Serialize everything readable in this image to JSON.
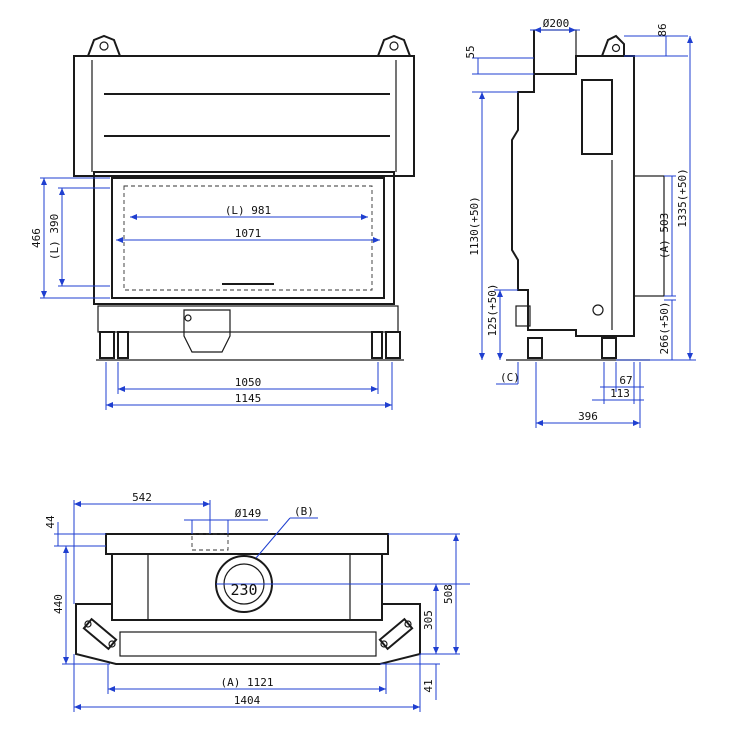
{
  "colors": {
    "line": "#1a1a1a",
    "dimension": "#1f3fd0",
    "background": "#ffffff"
  },
  "front_view": {
    "dim_width_1050": "1050",
    "dim_width_1145": "1145",
    "dim_glass_981": "(L) 981",
    "dim_glass_1071": "1071",
    "dim_height_466": "466",
    "dim_height_390": "(L) 390"
  },
  "side_view": {
    "dim_flue_200": "Ø200",
    "dim_55": "55",
    "dim_86": "86",
    "dim_1130": "1130(+50)",
    "dim_1335": "1335(+50)",
    "dim_503": "(A) 503",
    "dim_125": "125(+50)",
    "dim_266": "266(+50)",
    "dim_67": "67",
    "dim_113": "113",
    "dim_396": "396",
    "callout_c": "(C)"
  },
  "top_view": {
    "dim_542": "542",
    "dim_149": "Ø149",
    "callout_b": "(B)",
    "dim_230": "230",
    "dim_44": "44",
    "dim_440": "440",
    "dim_508": "508",
    "dim_305": "305",
    "dim_41": "41",
    "dim_1121": "(A) 1121",
    "dim_1404": "1404"
  }
}
